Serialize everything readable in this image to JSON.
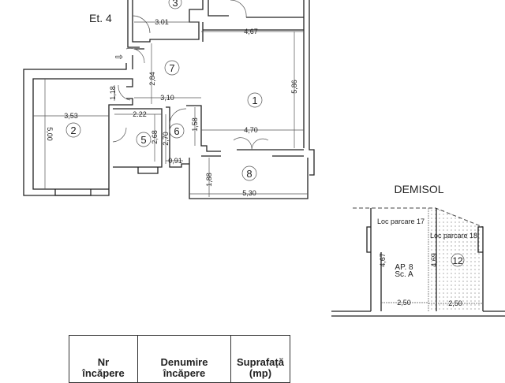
{
  "plan": {
    "floor_label": "Et. 4",
    "rooms": [
      "3",
      "7",
      "1",
      "2",
      "5",
      "6",
      "8"
    ],
    "dimensions": {
      "d301": "3.01",
      "d467": "4,67",
      "d284": "2,84",
      "d118": "1,18",
      "d310": "3,10",
      "d586": "5,86",
      "d353": "3,53",
      "d222": "2.22",
      "d500": "5,00",
      "d268": "2,68",
      "d270": "2,70",
      "d158": "1,58",
      "d470": "4,70",
      "d091": "0,91",
      "d188": "1,88",
      "d530": "5,30"
    }
  },
  "basement": {
    "title": "DEMISOL",
    "spot17": "Loc parcare 17",
    "spot18": "Loc parcare 18",
    "apt_line1": "AP. 8",
    "apt_line2": "Sc. A",
    "room": "12",
    "dims": {
      "left_h": "4,67",
      "right_h": "4,69",
      "left_w": "2,50",
      "right_w": "2,50"
    }
  },
  "table": {
    "headers": [
      {
        "l1": "Nr",
        "l2": "încăpere"
      },
      {
        "l1": "Denumire",
        "l2": "încăpere"
      },
      {
        "l1": "Suprafață",
        "l2": "(mp)"
      }
    ]
  }
}
